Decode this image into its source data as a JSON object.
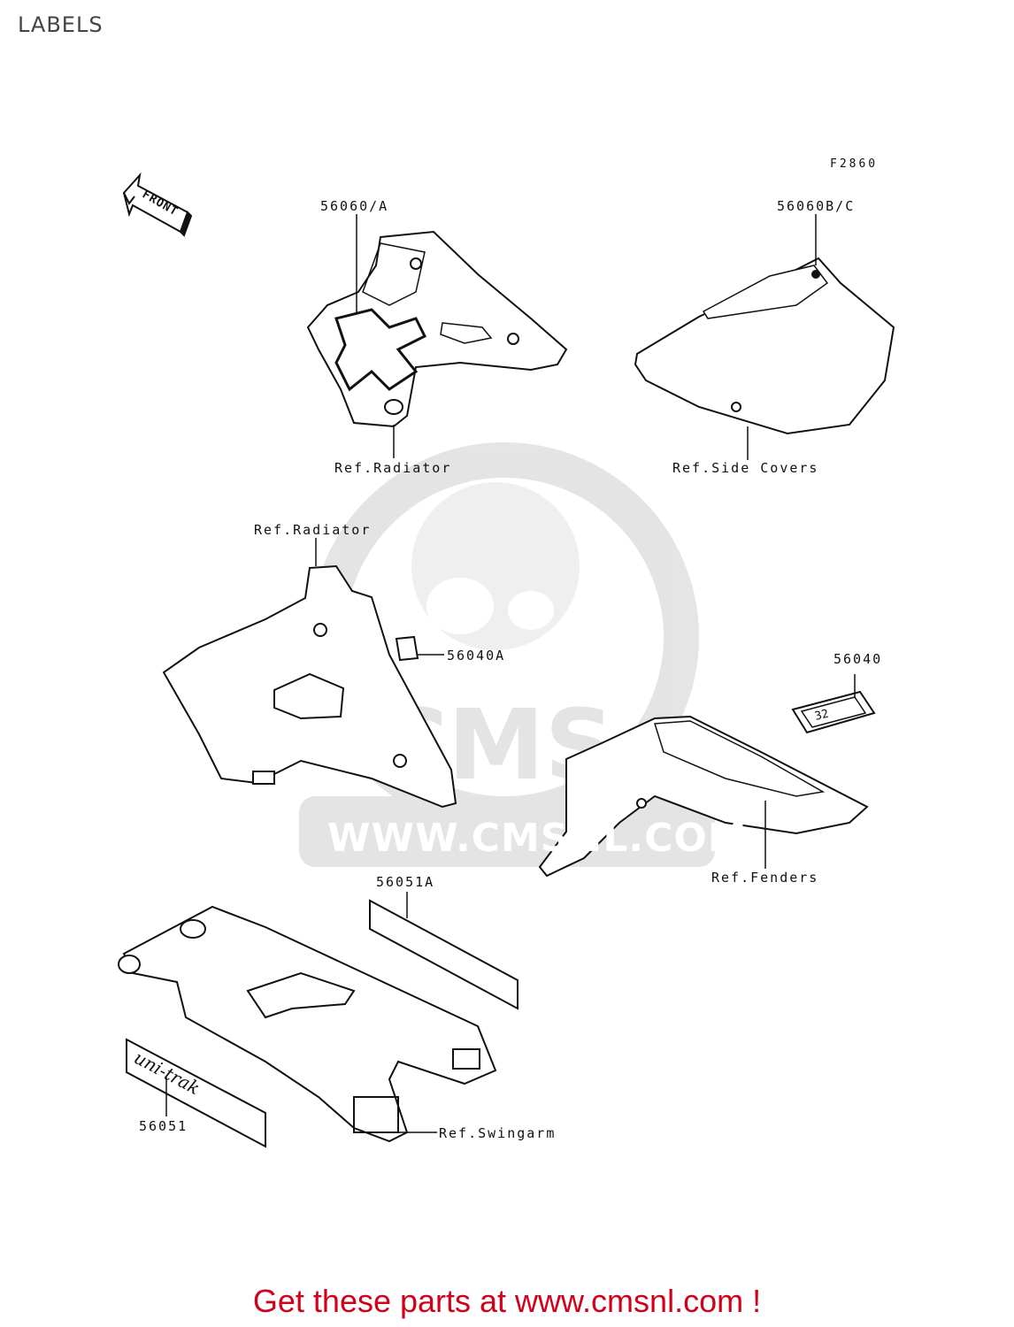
{
  "page": {
    "title": "LABELS",
    "figure_code": "F2860"
  },
  "watermark": {
    "text": "WWW.CMSNL.COM",
    "logo_text": "CMS"
  },
  "front_indicator": "FRONT",
  "callouts": {
    "part_56060_a": "56060/A",
    "part_56060_bc": "56060B/C",
    "ref_radiator_1": "Ref.Radiator",
    "ref_side_covers": "Ref.Side Covers",
    "ref_radiator_2": "Ref.Radiator",
    "part_56040a": "56040A",
    "part_56040": "56040",
    "ref_fenders": "Ref.Fenders",
    "part_56051a": "56051A",
    "part_56051": "56051",
    "ref_swingarm": "Ref.Swingarm"
  },
  "decal": {
    "text_32": "32",
    "text_swingarm_logo": "uni-trak"
  },
  "footer": {
    "cta": "Get these parts at www.cmsnl.com !"
  }
}
